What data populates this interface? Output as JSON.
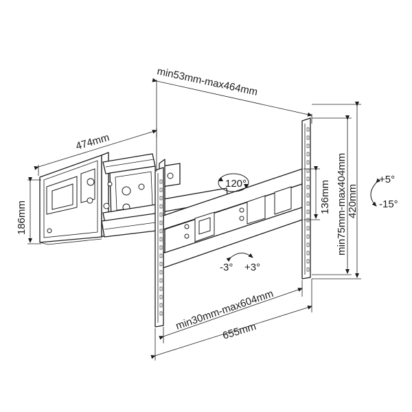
{
  "diagram": {
    "labels": {
      "depth_range": "min53mm-max464mm",
      "wall_plate_width": "474mm",
      "wall_plate_height": "186mm",
      "swivel_angle": "120°",
      "rotation_left": "-3°",
      "rotation_right": "+3°",
      "vesa_horizontal": "min30mm-max604mm",
      "overall_width": "655mm",
      "vesa_vertical": "min75mm-max404mm",
      "arm_spacing": "136mm",
      "overall_height": "420mm",
      "tilt_up": "+5°",
      "tilt_down": "-15°"
    }
  }
}
